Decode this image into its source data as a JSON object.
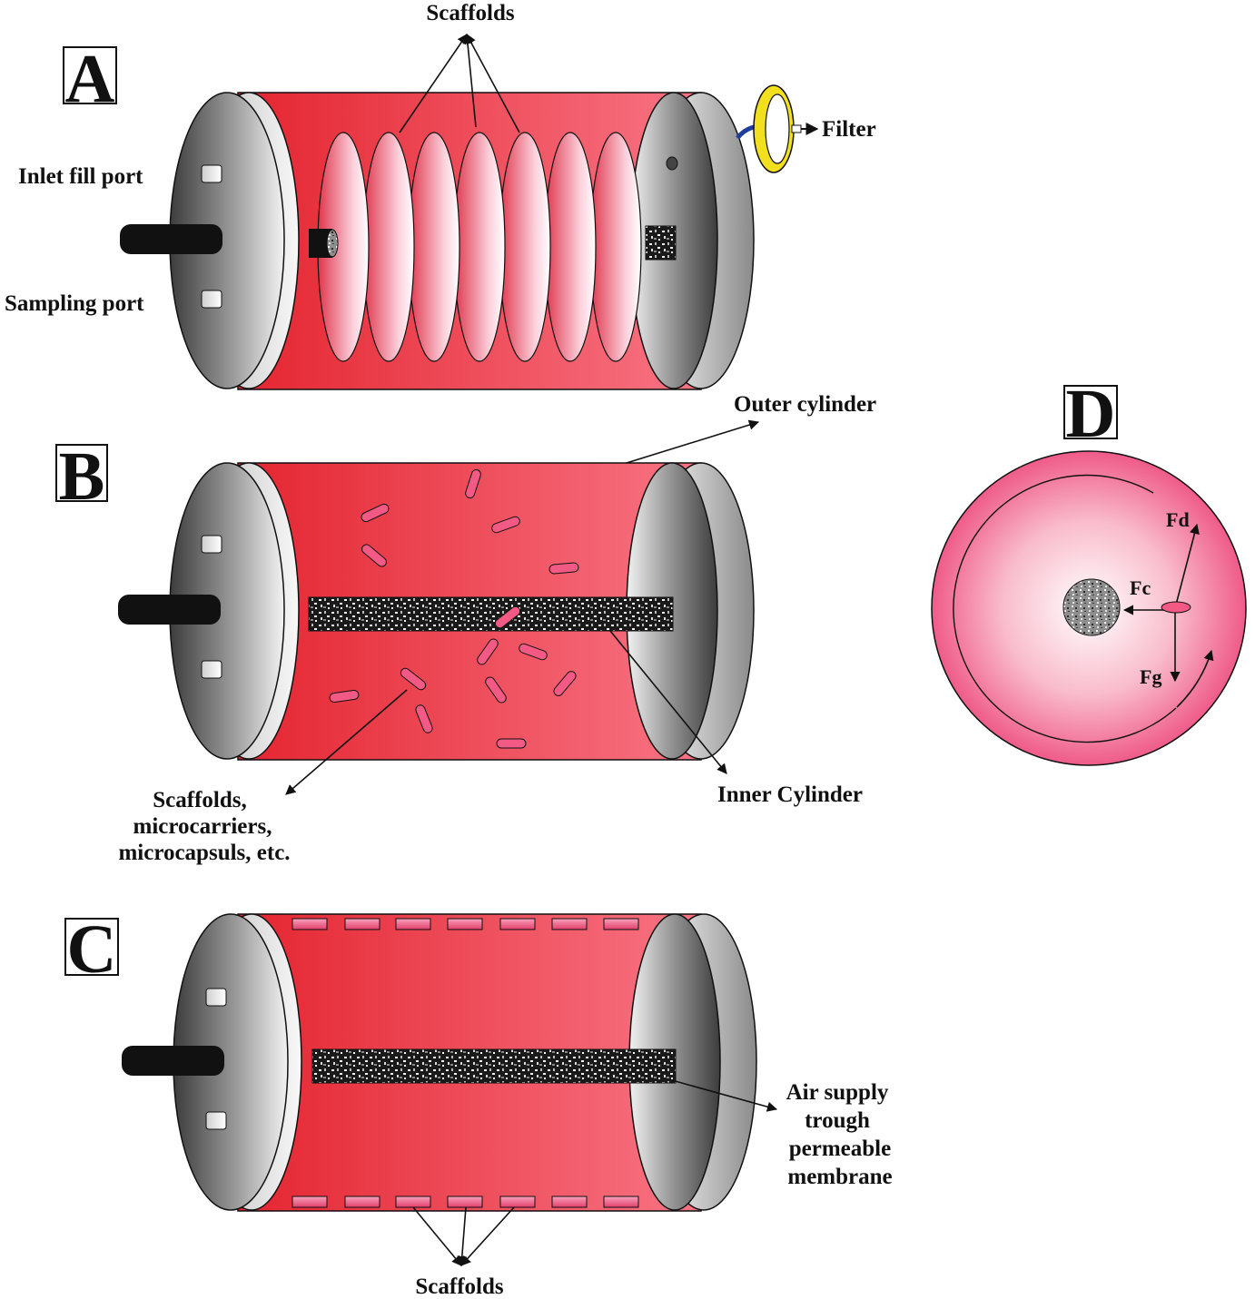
{
  "panels": {
    "a": {
      "letter": "A",
      "scaffolds_label": "Scaffolds",
      "filter_label": "Filter",
      "inlet_label": "Inlet fill port",
      "sampling_label": "Sampling port"
    },
    "b": {
      "letter": "B",
      "outer_label": "Outer cylinder",
      "inner_label": "Inner Cylinder",
      "carriers_line1": "Scaffolds,",
      "carriers_line2": "microcarriers,",
      "carriers_line3": "microcapsuls, etc."
    },
    "c": {
      "letter": "C",
      "air_line1": "Air supply",
      "air_line2": "trough",
      "air_line3": "permeable",
      "air_line4": "membrane",
      "scaffolds_label": "Scaffolds"
    },
    "d": {
      "letter": "D",
      "fd": "Fd",
      "fc": "Fc",
      "fg": "Fg"
    }
  },
  "colors": {
    "vessel_left": "#e42530",
    "vessel_right": "#f87484",
    "cap_dark": "#4a4a4a",
    "cap_light": "#f4f4f4",
    "scaffold": "#f25a85",
    "filter_ring": "#f2df1e",
    "tube": "#1f3f9c",
    "d_center": "#ffffff",
    "d_edge": "#ef5b89"
  }
}
